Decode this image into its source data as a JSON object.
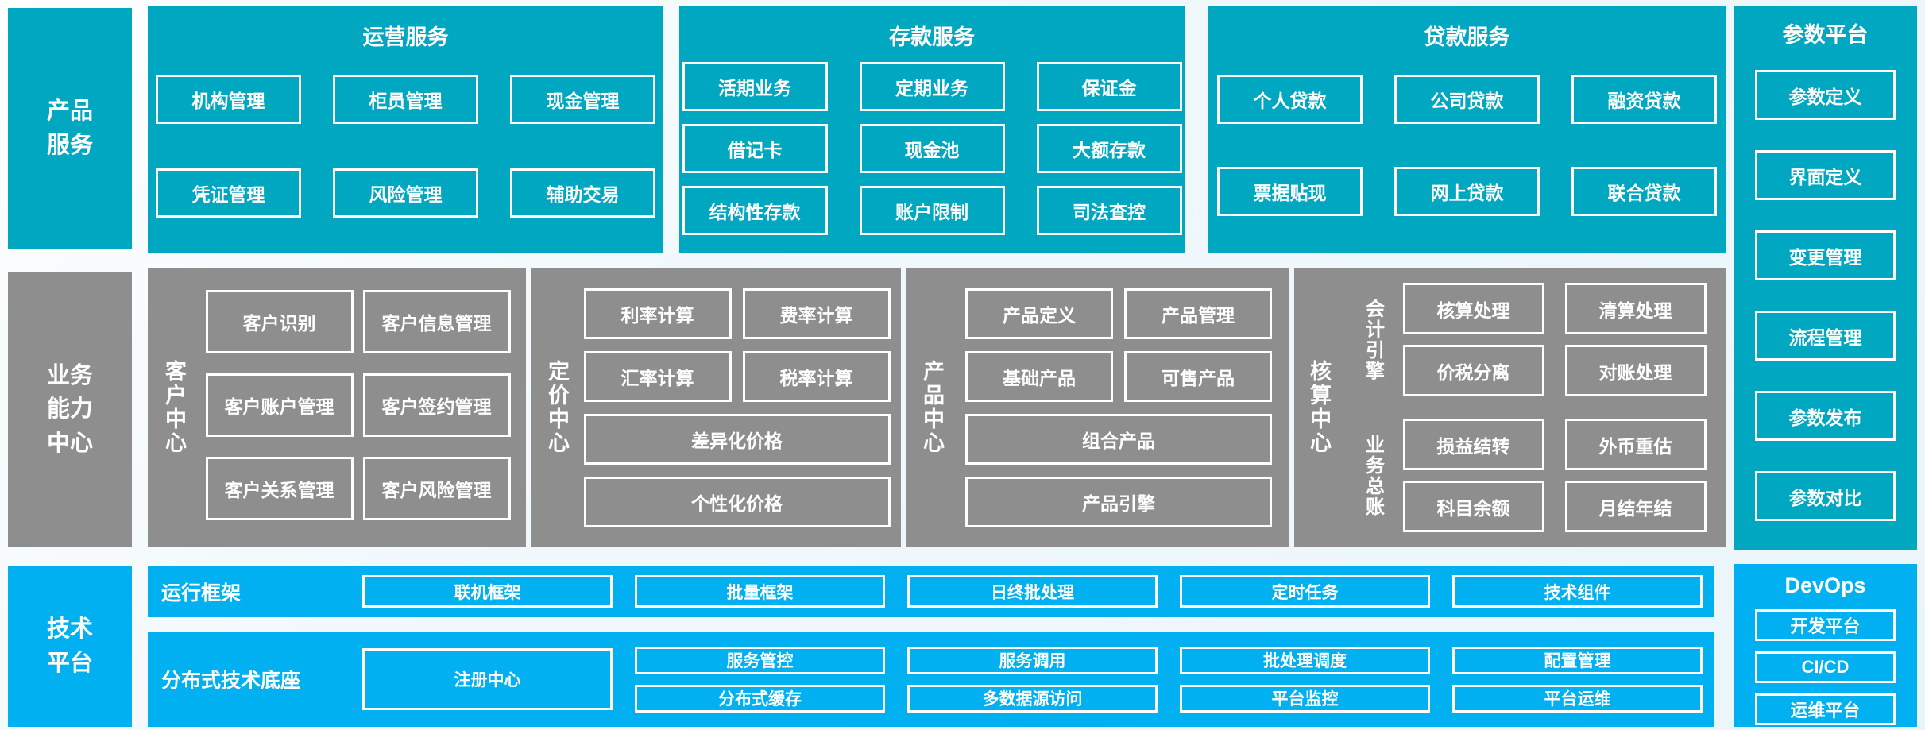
{
  "palette": {
    "teal": "#00a7c0",
    "gray": "#8e8e8e",
    "blue": "#00b0f0",
    "box_border": "#ffffff",
    "text": "#ffffff"
  },
  "rails": {
    "product_services": "产品\n服务",
    "business_capability_center": "业务\n能力\n中心",
    "tech_platform": "技术\n平台"
  },
  "sections": {
    "operations": {
      "title": "运营服务",
      "rows": [
        [
          "机构管理",
          "柜员管理",
          "现金管理"
        ],
        [
          "凭证管理",
          "风险管理",
          "辅助交易"
        ]
      ]
    },
    "deposits": {
      "title": "存款服务",
      "rows": [
        [
          "活期业务",
          "定期业务",
          "保证金"
        ],
        [
          "借记卡",
          "现金池",
          "大额存款"
        ],
        [
          "结构性存款",
          "账户限制",
          "司法查控"
        ]
      ]
    },
    "loans": {
      "title": "贷款服务",
      "rows": [
        [
          "个人贷款",
          "公司贷款",
          "融资贷款"
        ],
        [
          "票据贴现",
          "网上贷款",
          "联合贷款"
        ]
      ]
    },
    "param_platform": {
      "title": "参数平台",
      "items": [
        "参数定义",
        "界面定义",
        "变更管理",
        "流程管理",
        "参数发布",
        "参数对比"
      ]
    },
    "customer_center": {
      "label": "客户中心",
      "rows": [
        [
          "客户识别",
          "客户信息管理"
        ],
        [
          "客户账户管理",
          "客户签约管理"
        ],
        [
          "客户关系管理",
          "客户风险管理"
        ]
      ]
    },
    "pricing_center": {
      "label": "定价中心",
      "rows": [
        [
          "利率计算",
          "费率计算"
        ],
        [
          "汇率计算",
          "税率计算"
        ]
      ],
      "wide": [
        "差异化价格",
        "个性化价格"
      ]
    },
    "product_center": {
      "label": "产品中心",
      "rows": [
        [
          "产品定义",
          "产品管理"
        ],
        [
          "基础产品",
          "可售产品"
        ]
      ],
      "wide": [
        "组合产品",
        "产品引擎"
      ]
    },
    "accounting_center": {
      "label": "核算中心",
      "groups": [
        {
          "label": "会计引擎",
          "rows": [
            [
              "核算处理",
              "清算处理"
            ],
            [
              "价税分离",
              "对账处理"
            ]
          ]
        },
        {
          "label": "业务总账",
          "rows": [
            [
              "损益结转",
              "外币重估"
            ],
            [
              "科目余额",
              "月结年结"
            ]
          ]
        }
      ]
    },
    "runtime_framework": {
      "label": "运行框架",
      "items": [
        "联机框架",
        "批量框架",
        "日终批处理",
        "定时任务",
        "技术组件"
      ]
    },
    "distributed_base": {
      "label": "分布式技术底座",
      "registry": "注册中心",
      "columns": [
        [
          "服务管控",
          "分布式缓存"
        ],
        [
          "服务调用",
          "多数据源访问"
        ],
        [
          "批处理调度",
          "平台监控"
        ],
        [
          "配置管理",
          "平台运维"
        ]
      ]
    },
    "devops": {
      "title": "DevOps",
      "items": [
        "开发平台",
        "CI/CD",
        "运维平台"
      ]
    }
  }
}
